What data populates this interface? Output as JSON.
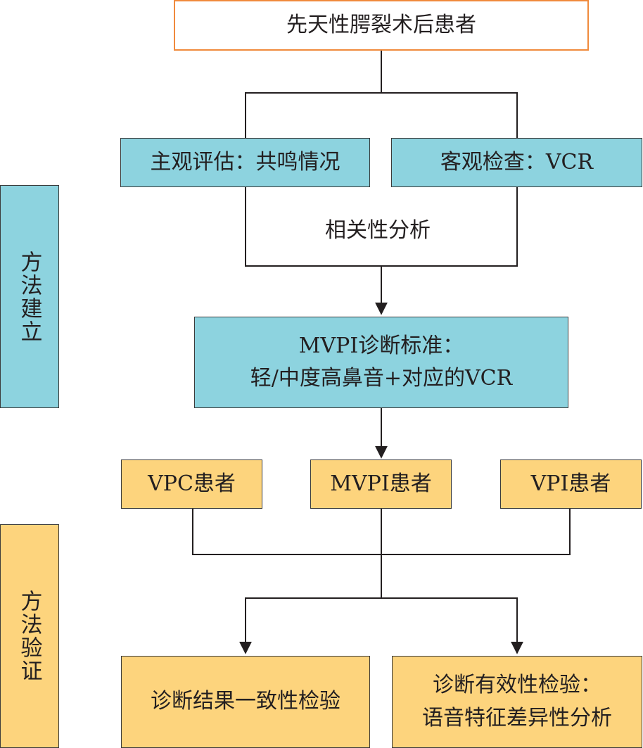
{
  "top": "先天性腭裂术后患者",
  "subjective": "主观评估：共鸣情况",
  "objective": "客观检查：VCR",
  "correlation": "相关性分析",
  "criteria": {
    "line1": "MVPI诊断标准：",
    "line2": "轻/中度高鼻音+对应的VCR"
  },
  "groups": {
    "vpc": "VPC患者",
    "mvpi": "MVPI患者",
    "vpi": "VPI患者"
  },
  "consistency": "诊断结果一致性检验",
  "validity": {
    "line1": "诊断有效性检验：",
    "line2": "语音特征差异性分析"
  },
  "sides": {
    "establish": "方法建立",
    "verify": "方法验证"
  },
  "colors": {
    "blue": "#8dd3df",
    "yellow": "#fdd47d",
    "top_border": "#f08a3c"
  }
}
